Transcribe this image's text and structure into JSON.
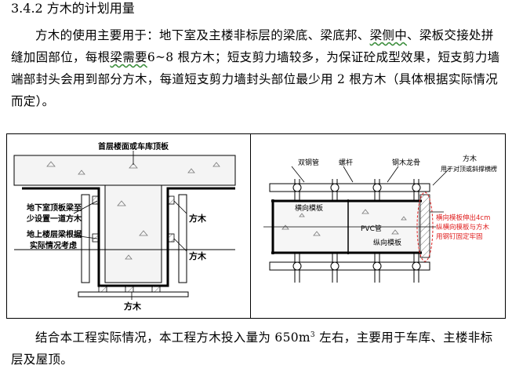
{
  "heading": "3.4.2 方木的计划用量",
  "paragraph1": {
    "part1": "方木的使用主要用于：地下室及主楼非标层的梁底、梁底邦、",
    "flag1": "梁侧中",
    "part2": "、梁板交接处拼缝加固部位，每根",
    "flag2": "梁需要",
    "part3": "6~8 根方木；短支剪力墙较多，为保证砼成型效果，短支剪力墙端部封头会用到部分方木，每道短支剪力墙封头部位最少用 2 根方木（具体根据实际情况而定）。"
  },
  "left_diagram": {
    "top_label": "首层楼面或车库顶板",
    "note_lines": [
      "地下室顶板梁至",
      "少设置一道方木",
      "地上楼层梁根据",
      "实际情况考虑"
    ],
    "wood_label_1": "方木",
    "wood_label_2": "方木",
    "wood_label_bottom": "方木"
  },
  "right_diagram": {
    "double_pipe": "双钢管",
    "screw": "螺杆",
    "steel_joist": "钢木龙骨",
    "wood": "方木",
    "wood_purpose": "用于对顶或斜撑横楞",
    "horizontal_form": "横向模板",
    "pvc_pipe": "PVC管",
    "vertical_form": "纵向模板",
    "red_note": [
      "横向模板伸出4cm",
      "纵横向模板与方木",
      "用钢钉固定牢固"
    ]
  },
  "paragraph2": {
    "part1": "结合本工程实际情况，本工程方木投入量为 650m",
    "sup": "3",
    "part2": " 左右，主要用于车库、主楼非标层及屋顶。"
  },
  "colors": {
    "red_note": "#e02020",
    "squiggle": "#3a8c3a"
  }
}
